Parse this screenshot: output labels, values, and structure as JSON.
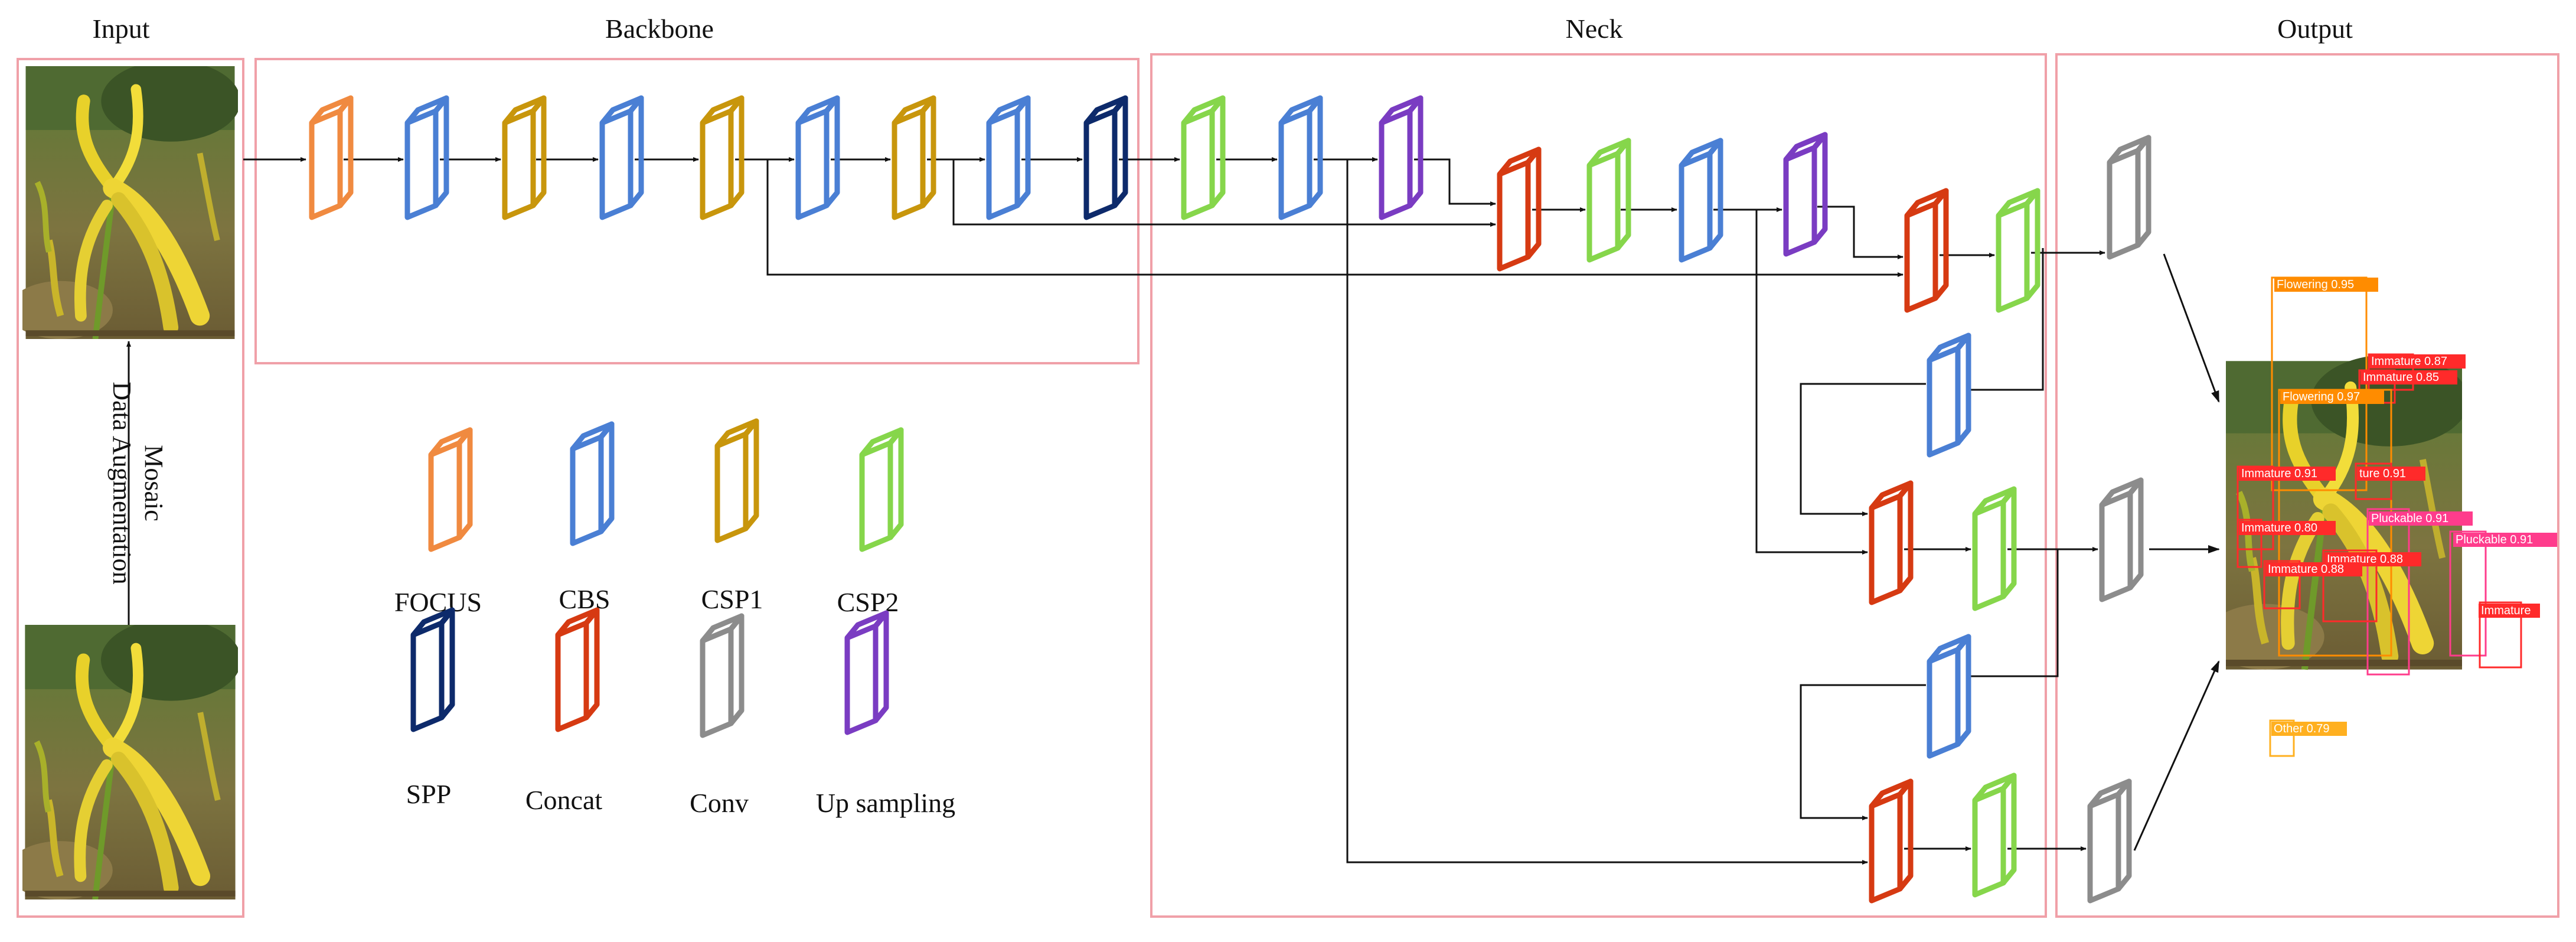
{
  "sections": {
    "input": "Input",
    "backbone": "Backbone",
    "neck": "Neck",
    "output": "Output"
  },
  "augmentation": {
    "line1": "Mosaic",
    "line2": "Data Augmentation"
  },
  "legend": [
    {
      "key": "focus",
      "label": "FOCUS",
      "color": "#f08a40"
    },
    {
      "key": "cbs",
      "label": "CBS",
      "color": "#4a7fd4"
    },
    {
      "key": "csp1",
      "label": "CSP1",
      "color": "#c8960c"
    },
    {
      "key": "csp2",
      "label": "CSP2",
      "color": "#86d64b"
    },
    {
      "key": "spp",
      "label": "SPP",
      "color": "#0d2a6b"
    },
    {
      "key": "concat",
      "label": "Concat",
      "color": "#d63a12"
    },
    {
      "key": "conv",
      "label": "Conv",
      "color": "#8c8c8c"
    },
    {
      "key": "upsampling",
      "label": "Up sampling",
      "color": "#7a3cc2"
    }
  ],
  "colors": {
    "focus": "#f08a40",
    "cbs": "#4a7fd4",
    "csp1": "#c8960c",
    "csp2": "#86d64b",
    "spp": "#0d2a6b",
    "concat": "#d63a12",
    "conv": "#8c8c8c",
    "upsampling": "#7a3cc2",
    "frame": "#f0a0a8",
    "arrow": "#111111"
  },
  "detections": [
    {
      "label": "Flowering 0.95",
      "color": "#ff8c00"
    },
    {
      "label": "Immature 0.87",
      "color": "#ff2a2a"
    },
    {
      "label": "Immature 0.85",
      "color": "#ff2a2a"
    },
    {
      "label": "Flowering 0.97",
      "color": "#ff8c00"
    },
    {
      "label": "Immature 0.91",
      "color": "#ff2a2a"
    },
    {
      "label": "ture 0.91",
      "color": "#ff2a2a"
    },
    {
      "label": "Immature 0.80",
      "color": "#ff2a2a"
    },
    {
      "label": "Pluckable 0.91",
      "color": "#ff3c8c"
    },
    {
      "label": "Immature 0.88",
      "color": "#ff2a2a"
    },
    {
      "label": "Pluckable 0.91",
      "color": "#ff3c8c"
    },
    {
      "label": "Immature 0.88",
      "color": "#ff2a2a"
    },
    {
      "label": "Immature",
      "color": "#ff2a2a"
    },
    {
      "label": "Other 0.79",
      "color": "#ffb020"
    }
  ]
}
